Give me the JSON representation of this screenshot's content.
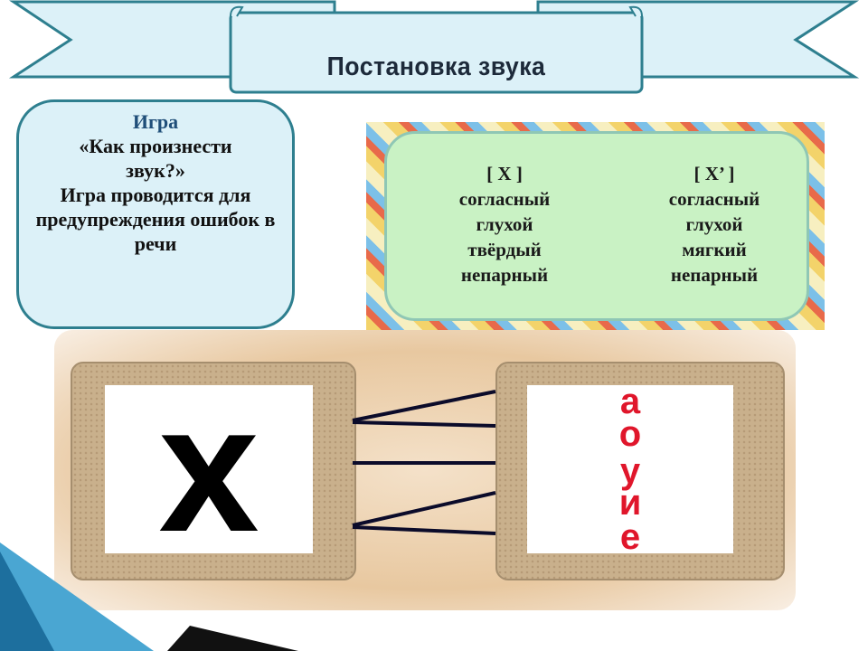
{
  "header": {
    "title": "Постановка звука"
  },
  "game": {
    "label": "Игра",
    "name": "«Как произнести звук?»",
    "description": "Игра проводится для предупреждения ошибок в речи"
  },
  "sound_table": {
    "hard": {
      "symbol": "[ Х ]",
      "rows": [
        "согласный",
        "глухой",
        "твёрдый",
        "непарный"
      ]
    },
    "soft": {
      "symbol": "[ Х’ ]",
      "rows": [
        "согласный",
        "глухой",
        "мягкий",
        "непарный"
      ]
    }
  },
  "exercise": {
    "consonant": "х",
    "vowels": [
      "а",
      "о",
      "у",
      "и",
      "е"
    ]
  },
  "colors": {
    "banner_fill": "#dcf1f8",
    "banner_stroke": "#2e7f8f",
    "vowel": "#e0162b"
  }
}
